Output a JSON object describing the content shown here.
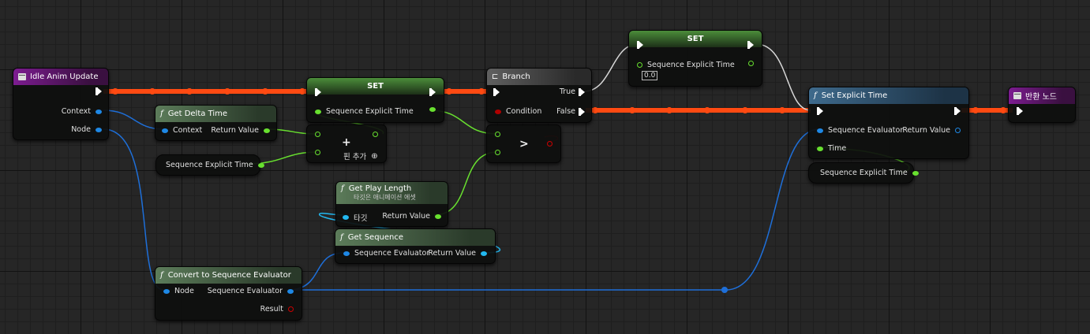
{
  "nodes": {
    "idle_anim": {
      "title": "Idle Anim Update",
      "pin_context": "Context",
      "pin_node": "Node"
    },
    "get_delta": {
      "title": "Get Delta Time",
      "pin_context": "Context",
      "pin_return": "Return Value"
    },
    "var_get_1": {
      "label": "Sequence Explicit Time"
    },
    "set_main": {
      "title": "SET",
      "pin_var": "Sequence Explicit Time"
    },
    "add": {
      "symbol": "+",
      "add_pin": "핀 추가"
    },
    "branch": {
      "title": "Branch",
      "pin_condition": "Condition",
      "pin_true": "True",
      "pin_false": "False"
    },
    "greater": {
      "symbol": ">"
    },
    "set_top": {
      "title": "SET",
      "pin_var": "Sequence Explicit Time",
      "value": "0.0"
    },
    "get_play_length": {
      "title": "Get Play Length",
      "subtitle": "타깃은 애니메이션 에셋",
      "pin_target": "타깃",
      "pin_return": "Return Value"
    },
    "get_sequence": {
      "title": "Get Sequence",
      "pin_evaluator": "Sequence Evaluator",
      "pin_return": "Return Value"
    },
    "convert": {
      "title": "Convert to Sequence Evaluator",
      "pin_node": "Node",
      "pin_evaluator": "Sequence Evaluator",
      "pin_result": "Result"
    },
    "set_explicit": {
      "title": "Set Explicit Time",
      "pin_evaluator": "Sequence Evaluator",
      "pin_return": "Return Value",
      "pin_time": "Time"
    },
    "var_get_2": {
      "label": "Sequence Explicit Time"
    },
    "return_node": {
      "title": "반환 노드"
    }
  },
  "colors": {
    "exec_wire": "#ff4a12",
    "float_wire": "#68e02f",
    "struct_wire": "#1e6fd9",
    "exec_white": "#e8e8e8"
  }
}
